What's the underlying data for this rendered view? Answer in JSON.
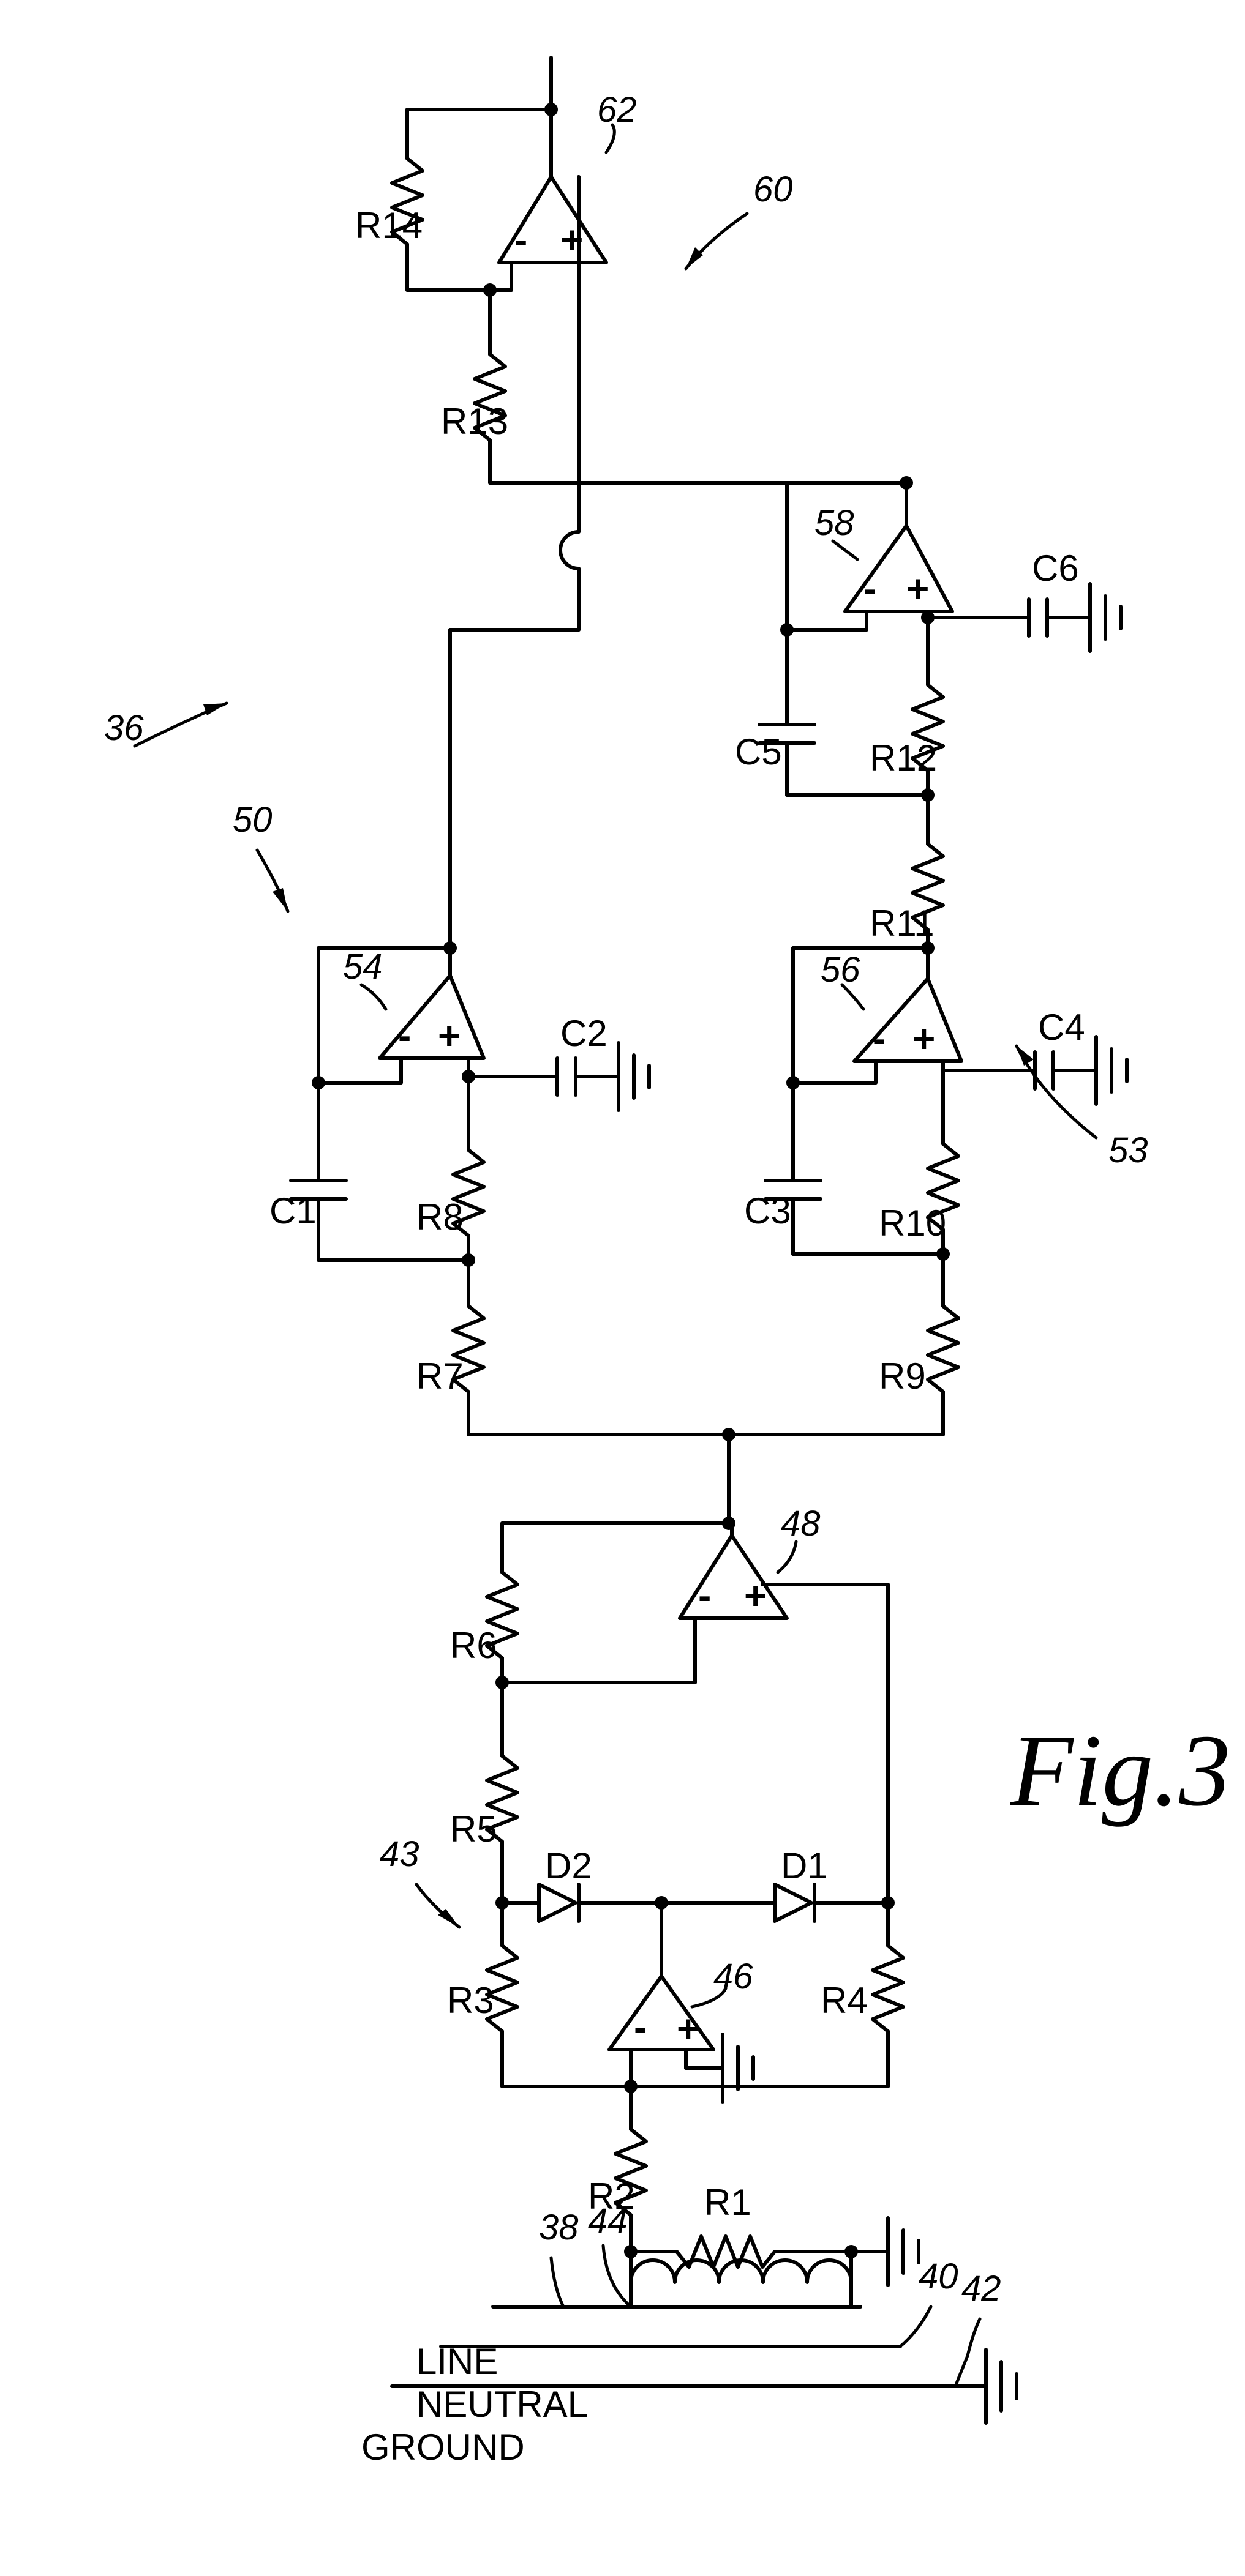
{
  "figure": {
    "caption": "Fig.3"
  },
  "reference_numerals": {
    "circuit": "36",
    "line_38": "38",
    "line_40": "40",
    "line_42": "42",
    "rectifier": "43",
    "coil": "44",
    "opamp_46": "46",
    "opamp_48": "48",
    "filter_50": "50",
    "filter_53": "53",
    "opamp_54": "54",
    "opamp_56": "56",
    "opamp_58": "58",
    "summer": "60",
    "opamp_62": "62"
  },
  "conductors": {
    "ground": "GROUND",
    "neutral": "NEUTRAL",
    "line": "LINE"
  },
  "components": {
    "R1": "R1",
    "R2": "R2",
    "R3": "R3",
    "R4": "R4",
    "R5": "R5",
    "R6": "R6",
    "R7": "R7",
    "R8": "R8",
    "R9": "R9",
    "R10": "R10",
    "R11": "R11",
    "R12": "R12",
    "R13": "R13",
    "R14": "R14",
    "C1": "C1",
    "C2": "C2",
    "C3": "C3",
    "C4": "C4",
    "C5": "C5",
    "C6": "C6",
    "D1": "D1",
    "D2": "D2"
  },
  "opamp_inputs": {
    "inverting": "-",
    "noninverting": "+"
  }
}
